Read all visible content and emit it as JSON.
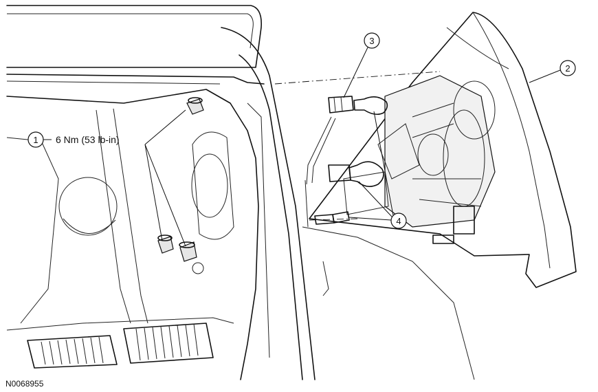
{
  "figure_id": "N0068955",
  "callouts": [
    {
      "number": "1",
      "note": "6 Nm (53 lb-in)"
    },
    {
      "number": "2"
    },
    {
      "number": "3"
    },
    {
      "number": "4"
    }
  ]
}
